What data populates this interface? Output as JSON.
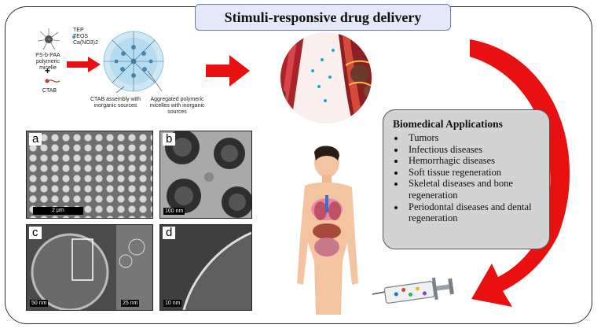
{
  "title": "Stimuli-responsive drug delivery",
  "synthesis": {
    "micelle_label": "PS-b-PAA polymeric micelle",
    "plus": "+",
    "ctab_label": "CTAB",
    "reagents": [
      "TEP",
      "TEOS",
      "Ca(NO3)2"
    ],
    "assembly_label": "CTAB assembly with inorganic sources",
    "aggregated_label": "Aggregated polymeric micelles with inorganic sources"
  },
  "micrographs": [
    {
      "tag": "a",
      "scale": "2 μm"
    },
    {
      "tag": "b",
      "scale": "100 nm"
    },
    {
      "tag": "c",
      "scale": "50 nm",
      "inset_scale": "25 nm"
    },
    {
      "tag": "d",
      "scale": "10 nm"
    }
  ],
  "applications": {
    "title": "Biomedical Applications",
    "items": [
      "Tumors",
      "Infectious diseases",
      "Hemorrhagic diseases",
      "Soft tissue regeneration",
      "Skeletal diseases and bone regeneration",
      "Periodontal diseases and dental regeneration"
    ]
  },
  "colors": {
    "arrow_red": "#e81010",
    "title_fill": "#e4e8f7",
    "box_fill": "#d3d3d3"
  }
}
